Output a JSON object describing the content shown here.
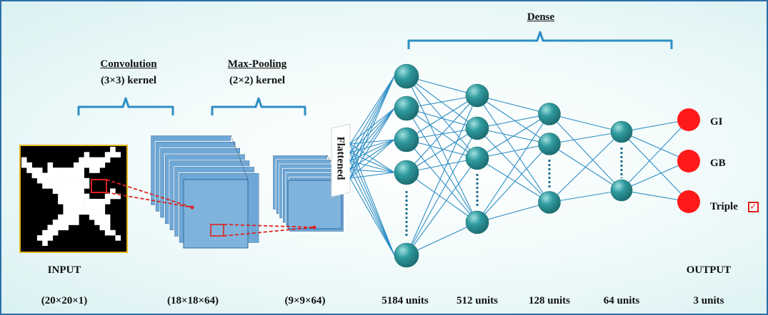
{
  "labels": {
    "convolution": "Convolution",
    "conv_kernel": "(3×3) kernel",
    "maxpool": "Max-Pooling",
    "pool_kernel": "(2×2) kernel",
    "dense": "Dense",
    "flattened": "Flattened",
    "input": "INPUT",
    "output": "OUTPUT"
  },
  "shapes": {
    "input": "(20×20×1)",
    "conv": "(18×18×64)",
    "pool": "(9×9×64)"
  },
  "units": {
    "l1": "5184 units",
    "l2": "512 units",
    "l3": "128 units",
    "l4": "64 units",
    "out": "3 units"
  },
  "outputs": [
    "GI",
    "GB",
    "Triple"
  ],
  "colors": {
    "border": "#2d6fa3",
    "bracket": "#2e8ec4",
    "fmap": "#6fa8d6",
    "fmap_edge": "#2b6a9e",
    "node": "#2f9a9e",
    "edge": "#2e8ec4",
    "output_node": "#ff1a1a",
    "dashed": "#e02020",
    "check": "#e02020"
  },
  "icons": {
    "check": "check-box-icon"
  }
}
